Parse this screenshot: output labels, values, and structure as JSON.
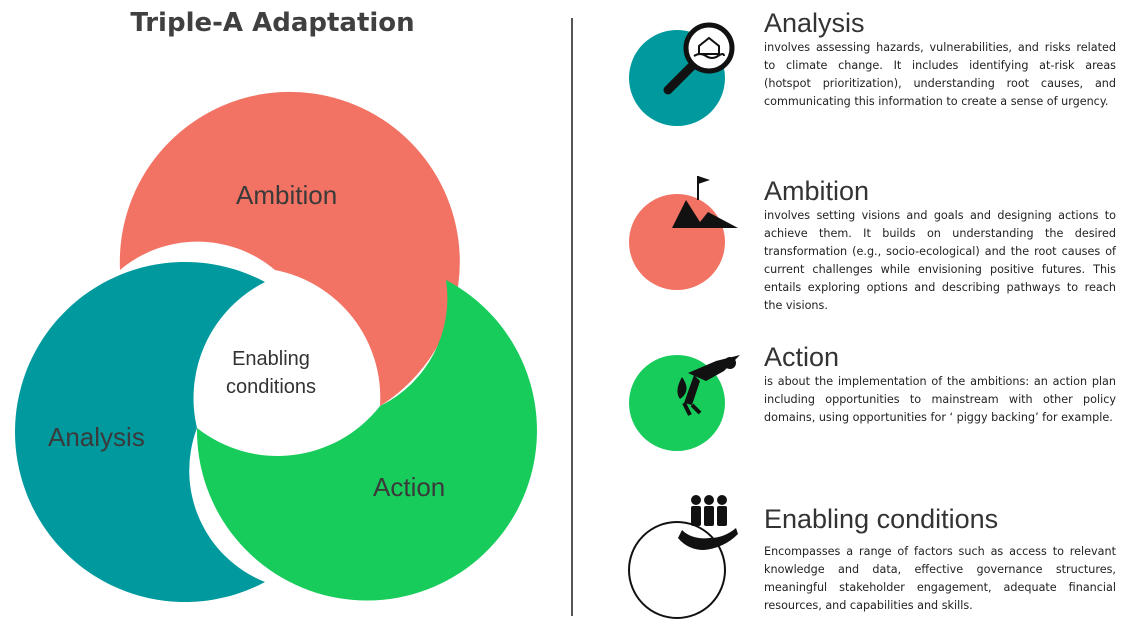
{
  "title": "Triple-A Adaptation",
  "venn": {
    "ambition_label": "Ambition",
    "analysis_label": "Analysis",
    "action_label": "Action",
    "center_line1": "Enabling",
    "center_line2": "conditions"
  },
  "colors": {
    "analysis": "#00999e",
    "ambition": "#f27363",
    "action": "#18cc5c"
  },
  "items": [
    {
      "title": "Analysis",
      "icon": "magnifier-house-icon",
      "description": "involves assessing hazards, vulnerabilities, and risks related to climate change. It includes identifying at-risk areas (hotspot prioritization), understanding root causes, and communicating this information to create a sense of urgency."
    },
    {
      "title": "Ambition",
      "icon": "mountain-flag-icon",
      "description": "involves setting visions and goals and designing actions to achieve them. It builds on understanding the desired transformation (e.g., socio-ecological) and the root causes of current challenges while envisioning positive futures. This entails exploring options and describing pathways to reach the visions."
    },
    {
      "title": "Action",
      "icon": "superhero-icon",
      "description": "is about the implementation of the ambitions: an action plan including opportunities to mainstream with other policy domains, using opportunities for ‘ piggy backing’ for example."
    },
    {
      "title": "Enabling conditions",
      "icon": "hand-people-icon",
      "description": "Encompasses a range of factors such as access to relevant knowledge and data, effective governance structures, meaningful stakeholder engagement, adequate financial resources, and capabilities and skills."
    }
  ]
}
